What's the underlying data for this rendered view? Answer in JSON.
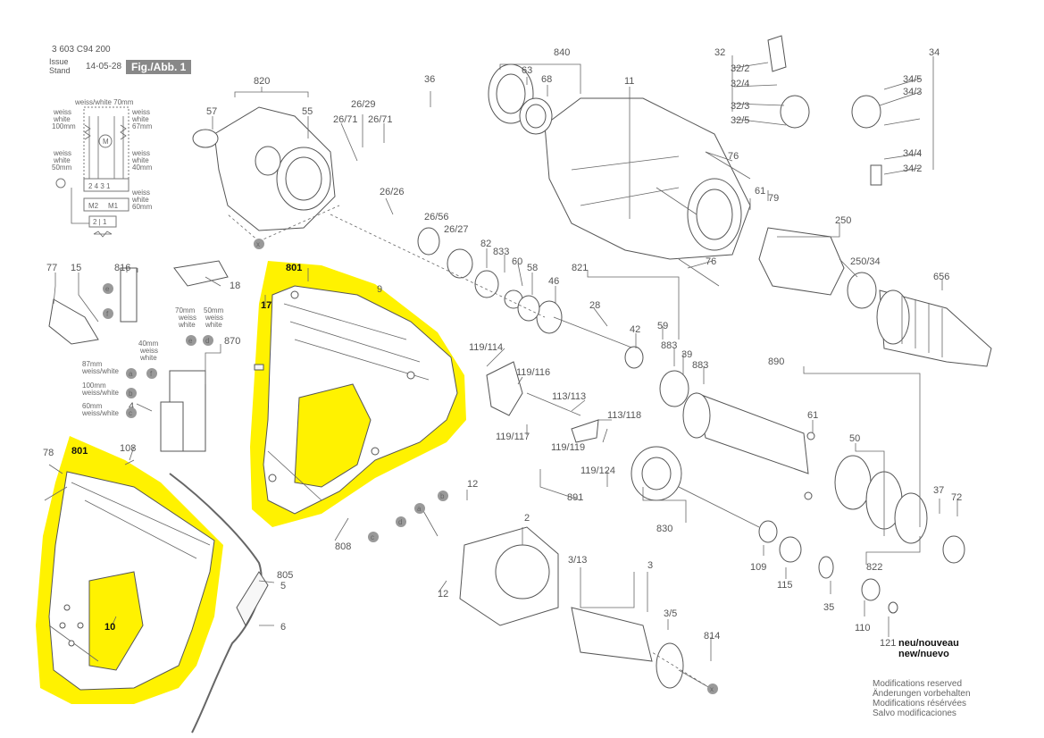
{
  "header": {
    "doc_number": "3 603 C94 200",
    "issue_label": "Issue",
    "stand_label": "Stand",
    "date": "14-05-28",
    "figure_label": "Fig./Abb. 1"
  },
  "modifications": [
    "Modifications reserved",
    "Änderungen vorbehalten",
    "Modifications résérvées",
    "Salvo modificaciones"
  ],
  "wiring": {
    "left_labels": [
      "weiss/white 70mm",
      "weiss",
      "white",
      "100mm",
      "weiss",
      "white",
      "50mm"
    ],
    "right_labels": [
      "weiss",
      "white",
      "67mm",
      "weiss",
      "white",
      "40mm",
      "weiss",
      "white",
      "60mm"
    ],
    "terminals": "2 4 3 1",
    "motor": [
      "M2",
      "M1"
    ],
    "switch": "2 | 1"
  },
  "highlight_color": "#fff200",
  "part_numbers": {
    "p801a": "801",
    "p801b": "801",
    "p17": "17",
    "p10": "10",
    "p808": "808",
    "p9": "9",
    "p820": "820",
    "p57": "57",
    "p55": "55",
    "p36": "36",
    "p2629": "26/29",
    "p2671a": "26/71",
    "p2671b": "26/71",
    "p2626": "26/26",
    "p2656": "26/56",
    "p2627": "26/27",
    "p840": "840",
    "p63": "63",
    "p68": "68",
    "p11": "11",
    "p32": "32",
    "p322": "32/2",
    "p324": "32/4",
    "p323": "32/3",
    "p325": "32/5",
    "p34": "34",
    "p345": "34/5",
    "p343": "34/3",
    "p344": "34/4",
    "p342": "34/2",
    "p76a": "76",
    "p76b": "76",
    "p61a": "61",
    "p79": "79",
    "p250": "250",
    "p25034": "250/34",
    "p656": "656",
    "p82": "82",
    "p833": "833",
    "p60": "60",
    "p58": "58",
    "p821": "821",
    "p46": "46",
    "p28": "28",
    "p42": "42",
    "p59": "59",
    "p883a": "883",
    "p883b": "883",
    "p39": "39",
    "p890": "890",
    "p61b": "61",
    "p50": "50",
    "p119114": "119/114",
    "p119116": "119/116",
    "p113113": "113/113",
    "p113118": "113/118",
    "p119117": "119/117",
    "p119119": "119/119",
    "p119124": "119/124",
    "p891": "891",
    "p830": "830",
    "p109": "109",
    "p115": "115",
    "p822": "822",
    "p37": "37",
    "p72": "72",
    "p35": "35",
    "p110": "110",
    "p121": "121",
    "p121note": "neu/nouveau",
    "p121note2": "new/nuevo",
    "p3": "3",
    "p313": "3/13",
    "p35b": "3/5",
    "p814": "814",
    "p2": "2",
    "p12a": "12",
    "p12b": "12",
    "p805": "805",
    "p5": "5",
    "p6": "6",
    "p78": "78",
    "p108": "108",
    "p4": "4",
    "p870": "870",
    "p77": "77",
    "p15": "15",
    "p816": "816",
    "p18": "18"
  },
  "wire_letters": {
    "a": "a",
    "b": "b",
    "c": "c",
    "d": "d",
    "e": "e",
    "f": "f",
    "x": "x"
  },
  "wire_notes": {
    "w70": "70mm",
    "w70a": "weiss",
    "w70b": "white",
    "w50": "50mm",
    "w50a": "weiss",
    "w50b": "white",
    "w40": "40mm",
    "w40a": "weiss",
    "w40b": "white",
    "w87": "87mm",
    "w87a": "weiss/white",
    "w100": "100mm",
    "w100a": "weiss/white",
    "w60": "60mm",
    "w60a": "weiss/white"
  }
}
